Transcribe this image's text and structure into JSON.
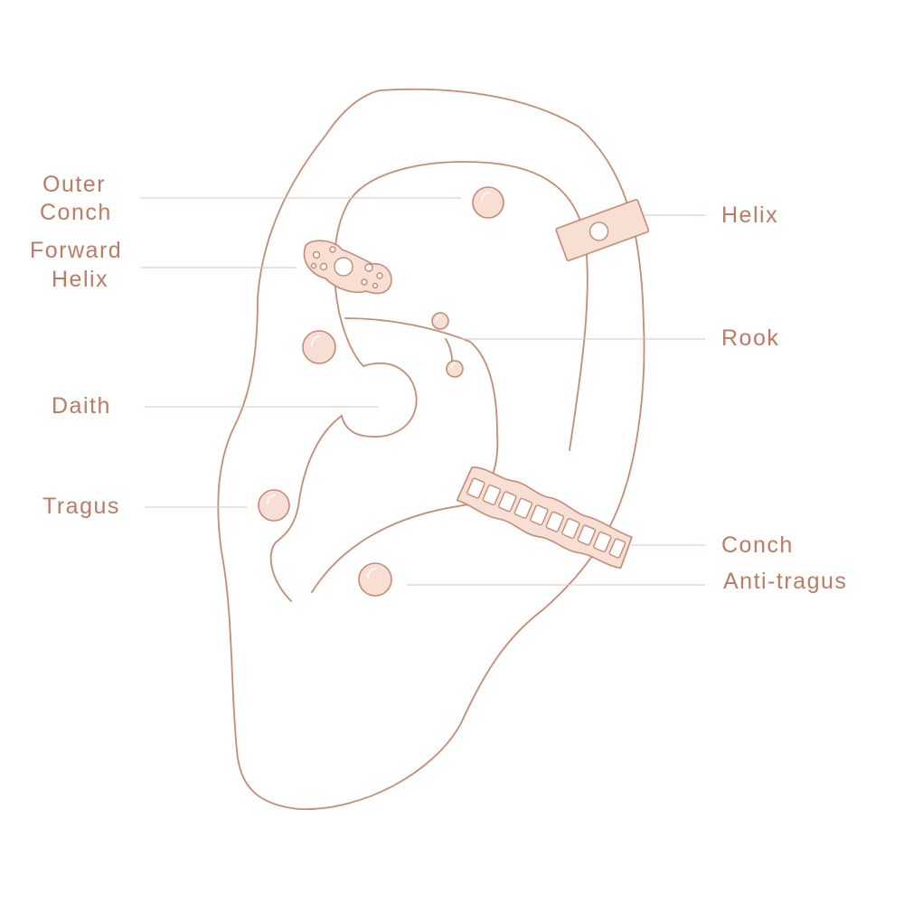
{
  "colors": {
    "line": "#c98a72",
    "label": "#c07a60",
    "jewel_fill": "#f7dfd3",
    "jewel_stroke": "#c98a72",
    "leader": "#e2c2b4",
    "background": "#ffffff"
  },
  "labels": {
    "outer_conch": [
      "Outer",
      "Conch"
    ],
    "forward_helix": [
      "Forward",
      "Helix"
    ],
    "daith": "Daith",
    "tragus": "Tragus",
    "helix": "Helix",
    "rook": "Rook",
    "conch": "Conch",
    "anti_tragus": "Anti-tragus"
  }
}
